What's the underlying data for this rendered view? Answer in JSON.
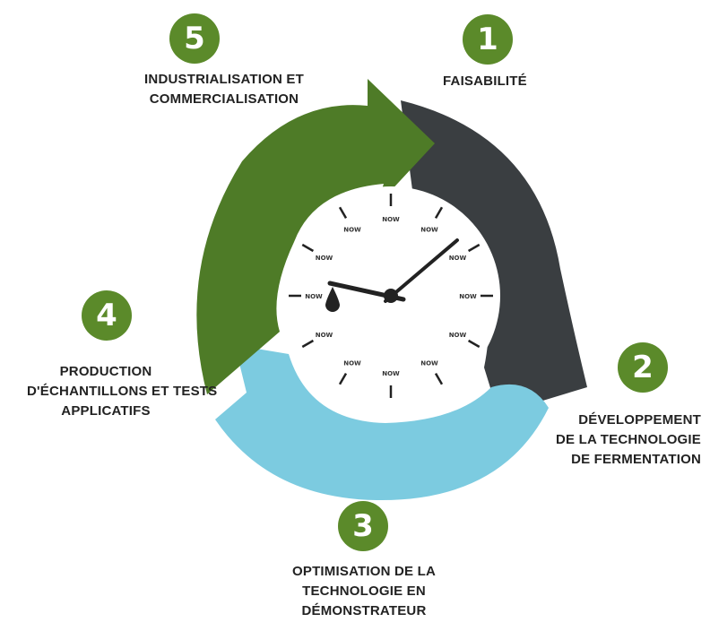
{
  "colors": {
    "badge": "#5b8a2a",
    "arrow_green": "#4e7b27",
    "arrow_dark": "#3a3e41",
    "arrow_blue": "#7ccbe0",
    "clock_face": "#ffffff",
    "clock_mark": "#222222"
  },
  "clock": {
    "tick_label": "NOW",
    "drop_icon": "oil-drop-icon"
  },
  "steps": [
    {
      "number": "1",
      "lines": [
        "FAISABILITÉ"
      ]
    },
    {
      "number": "2",
      "lines": [
        "DÉVELOPPEMENT",
        "DE LA TECHNOLOGIE",
        "DE FERMENTATION"
      ]
    },
    {
      "number": "3",
      "lines": [
        "OPTIMISATION DE LA",
        "TECHNOLOGIE EN",
        "DÉMONSTRATEUR"
      ]
    },
    {
      "number": "4",
      "lines": [
        "PRODUCTION",
        "D'ÉCHANTILLONS ET TESTS",
        "APPLICATIFS"
      ]
    },
    {
      "number": "5",
      "lines": [
        "INDUSTRIALISATION ET",
        "COMMERCIALISATION"
      ]
    }
  ]
}
